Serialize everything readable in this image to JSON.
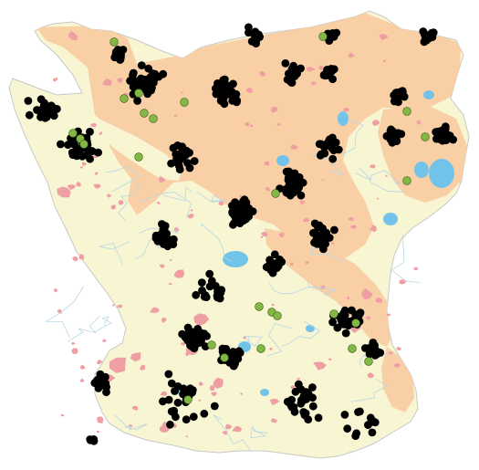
{
  "map": {
    "colors": {
      "background": "#ffffff",
      "lowland": "#f7f5d2",
      "upland": "#f9cfa6",
      "urban": "#ef9ea4",
      "water": "#72c3ea",
      "stream": "#b9d7e4",
      "border": "#c8c8c8",
      "site_black": "#000000",
      "site_green": "#84b845",
      "site_green_outline": "#3c5e1e"
    },
    "layers": [
      "lowland",
      "upland",
      "urban",
      "lakes",
      "streams",
      "sites"
    ],
    "site_categories": [
      "black",
      "green"
    ]
  }
}
